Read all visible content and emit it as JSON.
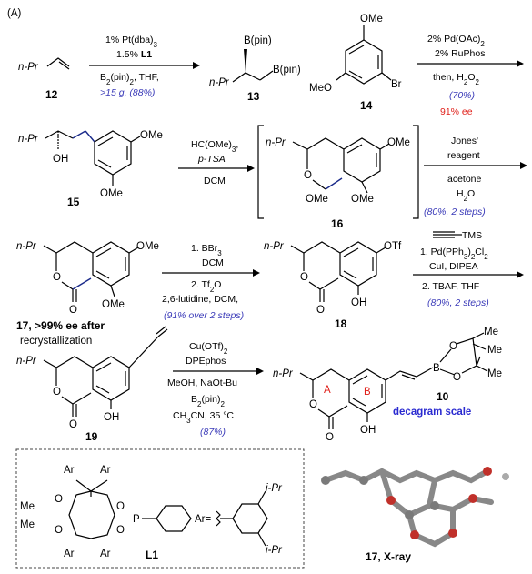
{
  "panel_label": "(A)",
  "step1": {
    "reagent_line1": "1% Pt(dba)",
    "reagent_line1_sub": "3",
    "reagent_line2": "1.5% ",
    "reagent_line2_bold": "L1",
    "reagent_line3": "B",
    "reagent_line3_b": "(pin)",
    "reagent_line3_c": ", THF,",
    "yield": ">15 g, (88%)"
  },
  "step2": {
    "line1": "2% Pd(OAc)",
    "line1_sub": "2",
    "line2": "2% RuPhos",
    "line3": "then, H",
    "line3_b": "O",
    "yield": "(70%)",
    "ee": "91% ee"
  },
  "step3": {
    "line1": "HC(OMe)",
    "line1_sub": "3",
    "line2": "p-TSA",
    "line3": "DCM"
  },
  "step4": {
    "line1": "Jones'",
    "line2": "reagent",
    "line3": "acetone",
    "line4": "H",
    "line4_b": "O",
    "yield": "(80%, 2 steps)"
  },
  "step5": {
    "line1": "1. BBr",
    "line1_sub": "3",
    "line2": "DCM",
    "line3": "2. Tf",
    "line3_b": "O",
    "line4": "2,6-lutidine, DCM,",
    "yield": "(91% over 2 steps)"
  },
  "step6": {
    "line1": "TMS",
    "line2": "1. Pd(PPh",
    "line2_b": ")",
    "line2_c": "Cl",
    "line3": "CuI, DIPEA",
    "line4": "2. TBAF, THF",
    "yield": "(80%, 2 steps)"
  },
  "step7": {
    "line1": "Cu(OTf)",
    "line1_sub": "2",
    "line2": "DPEphos",
    "line3": "MeOH, NaOt-Bu",
    "line4": "B",
    "line4_b": "(pin)",
    "line5": "CH",
    "line5_b": "CN, 35 °C",
    "yield": "(87%)"
  },
  "compounds": {
    "c12": "12",
    "c13": "13",
    "c14": "14",
    "c15": "15",
    "c16": "16",
    "c17": "17, >99% ee after",
    "c17b": "recrystallization",
    "c18": "18",
    "c19": "19",
    "c10": "10",
    "c10_note": "decagram scale",
    "L1": "L1",
    "xray": "17, X-ray"
  },
  "labels": {
    "nPr": "n-Pr",
    "Bpin": "B(pin)",
    "OMe": "OMe",
    "MeO": "MeO",
    "Br": "Br",
    "OH": "OH",
    "OTf": "OTf",
    "O": "O",
    "B": "B",
    "Me": "Me",
    "Ar": "Ar",
    "P": "P",
    "Ar_eq": "Ar=",
    "iPr": "i-Pr",
    "ringA": "A",
    "ringB": "B"
  },
  "colors": {
    "blue_text": "#3a3ab8",
    "red_text": "#e0201a",
    "bond_blue": "#1a2a8a",
    "xray_carbon": "#7a7a7a",
    "xray_oxygen": "#c0302a"
  }
}
